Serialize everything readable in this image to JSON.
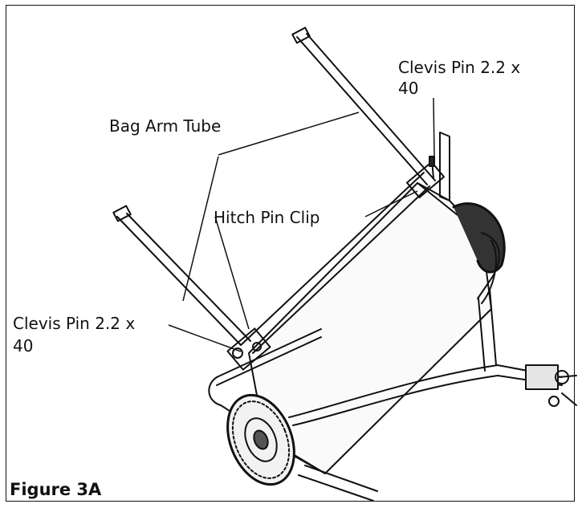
{
  "labels": {
    "clevis_pin_top_line1": "Clevis Pin 2.2 x",
    "clevis_pin_top_line2": "40",
    "bag_arm_tube": "Bag Arm Tube",
    "hitch_pin_clip": "Hitch Pin Clip",
    "clevis_pin_left_line1": "Clevis Pin 2.2 x",
    "clevis_pin_left_line2": "40"
  },
  "caption": "Figure 3A",
  "colors": {
    "ink": "#111111",
    "background": "#ffffff"
  }
}
